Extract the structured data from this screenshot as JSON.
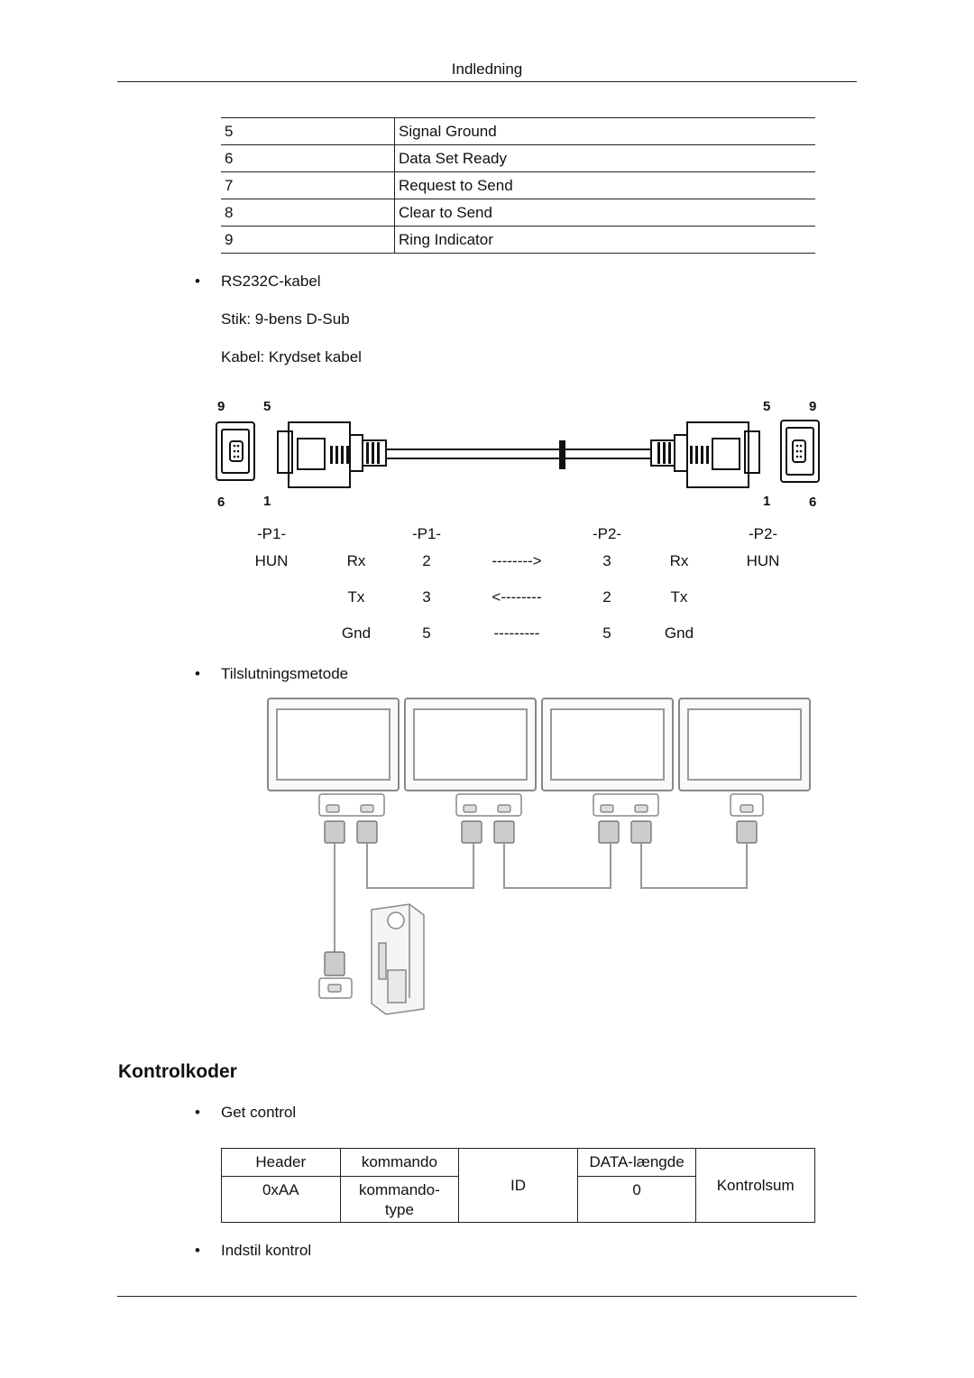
{
  "header": {
    "title": "Indledning"
  },
  "pin_table": [
    {
      "pin": "5",
      "signal": "Signal Ground"
    },
    {
      "pin": "6",
      "signal": "Data Set Ready"
    },
    {
      "pin": "7",
      "signal": "Request to Send"
    },
    {
      "pin": "8",
      "signal": "Clear to Send"
    },
    {
      "pin": "9",
      "signal": "Ring Indicator"
    }
  ],
  "bullets": {
    "bullet_char": "•",
    "rs232": "RS232C-kabel",
    "connector": "Stik: 9-bens D-Sub",
    "cable": "Kabel: Krydset kabel",
    "connection_method": "Tilslutningsmetode",
    "get_control": "Get control",
    "set_control": "Indstil kontrol"
  },
  "cable_diagram": {
    "left_top_pins": [
      "9",
      "5"
    ],
    "left_bottom_pins": [
      "6",
      "1"
    ],
    "right_top_pins": [
      "5",
      "9"
    ],
    "right_bottom_pins": [
      "1",
      "6"
    ]
  },
  "wiring": {
    "headers": [
      "-P1-",
      "-P1-",
      "-P2-",
      "-P2-"
    ],
    "rows": [
      {
        "left_label": "HUN",
        "left_signal": "Rx",
        "left_pin": "2",
        "arrow": "-------->",
        "right_pin": "3",
        "right_signal": "Rx",
        "right_label": "HUN"
      },
      {
        "left_label": "",
        "left_signal": "Tx",
        "left_pin": "3",
        "arrow": "<--------",
        "right_pin": "2",
        "right_signal": "Tx",
        "right_label": ""
      },
      {
        "left_label": "",
        "left_signal": "Gnd",
        "left_pin": "5",
        "arrow": "---------",
        "right_pin": "5",
        "right_signal": "Gnd",
        "right_label": ""
      }
    ]
  },
  "section": {
    "title": "Kontrolkoder"
  },
  "cmd_table": {
    "header": "Header",
    "header_val": "0xAA",
    "command": "kommando",
    "command_val": "kommando-\ntype",
    "id": "ID",
    "data_len": "DATA-længde",
    "data_len_val": "0",
    "checksum": "Kontrolsum"
  }
}
